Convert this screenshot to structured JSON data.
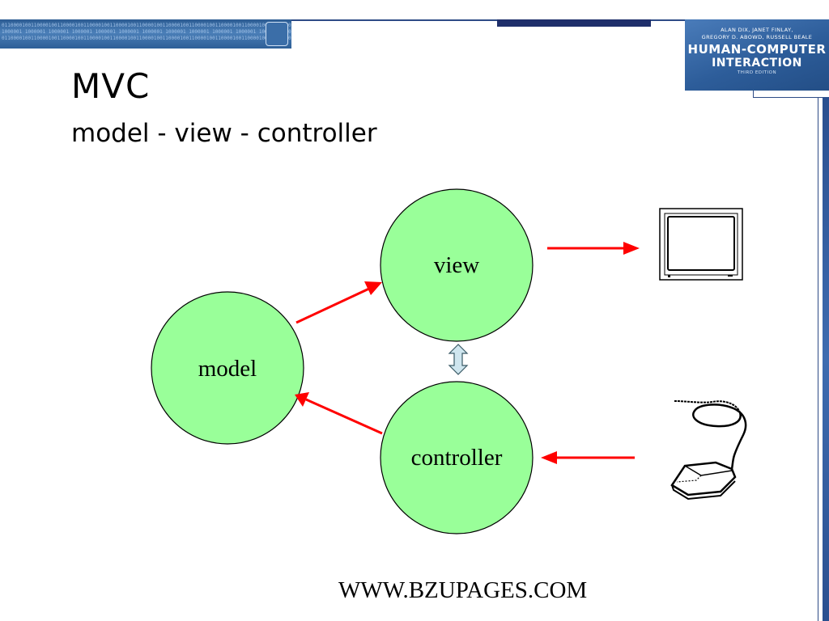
{
  "header": {
    "binary_text": "0110000100110000100110000100110000100110000100110000100110000100110000100110000100110000100110000100110000100\n1000001 1000001 1000001 1000001 1000001 1000001 1000001 1000001 1000001 1000001 1000001 1000001 1000001 100\n0110000100110000100110000100110000100110000100110000100110000100110000100110000100110000100110000100110000100",
    "banner_colors": {
      "dark": "#2c5c93",
      "light": "#4b7fb8"
    }
  },
  "book_logo": {
    "authors_line1": "ALAN DIX, JANET FINLAY,",
    "authors_line2": "GREGORY D. ABOWD, RUSSELL BEALE",
    "title_line1": "HUMAN-COMPUTER",
    "title_line2": "INTERACTION",
    "edition": "THIRD EDITION"
  },
  "slide": {
    "title": "MVC",
    "subtitle": "model - view  - controller"
  },
  "diagram": {
    "node_fill": "#99ff99",
    "arrow_color": "#ff0000",
    "double_arrow_color": "#cfe6ef",
    "nodes": [
      {
        "id": "view",
        "label": "view"
      },
      {
        "id": "model",
        "label": "model"
      },
      {
        "id": "controller",
        "label": "controller"
      }
    ],
    "devices": [
      {
        "id": "monitor",
        "icon": "monitor-icon"
      },
      {
        "id": "mouse",
        "icon": "mouse-icon"
      }
    ],
    "edges": [
      {
        "from": "model",
        "to": "view"
      },
      {
        "from": "controller",
        "to": "model"
      },
      {
        "from": "view",
        "to": "monitor"
      },
      {
        "from": "mouse",
        "to": "controller"
      },
      {
        "from": "view",
        "to": "controller",
        "bidirectional": true
      }
    ]
  },
  "footer": {
    "text": "WWW.BZUPAGES.COM"
  }
}
